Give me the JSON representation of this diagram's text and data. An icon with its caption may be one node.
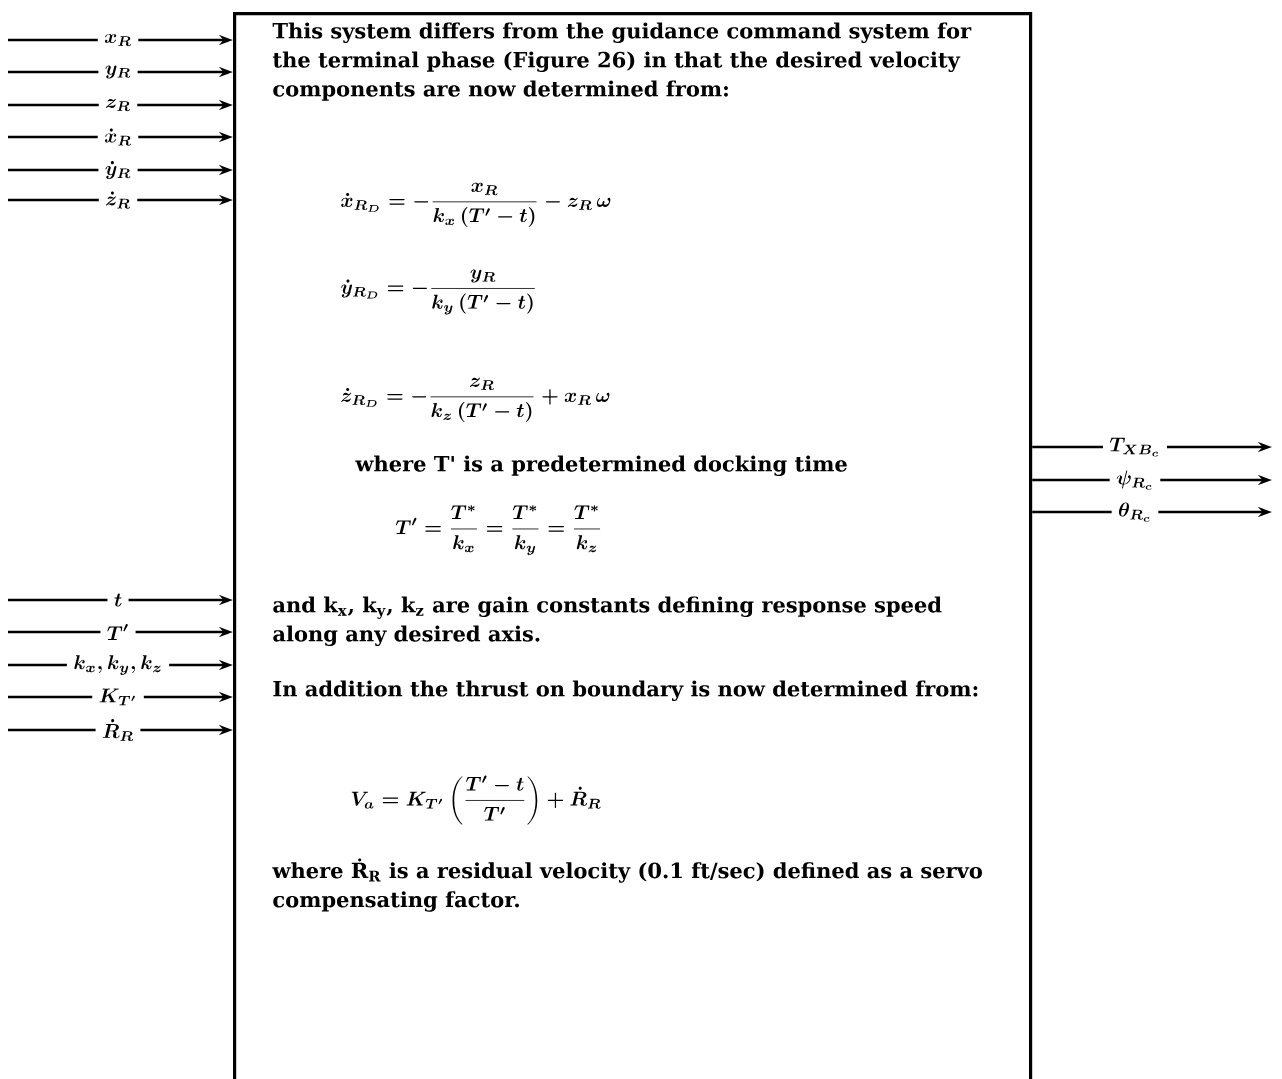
{
  "diagram": {
    "nodes": [
      {
        "text": [
          "This system differs from the guidance command system for the terminal phase (Figure 26) in that the desired velocity components are now determined from:",
          "\\dot{x}_{R_D} = -\\frac{x_R}{k_x\\,(T^{\\prime} - t)} - z_R\\,\\omega",
          "\\dot{y}_{R_D} = -\\frac{y_R}{k_y\\,(T^{\\prime} - t)}",
          "\\dot{z}_{R_D} = -\\frac{z_R}{k_z\\,(T^{\\prime} - t)} + x_R\\,\\omega",
          "where T' is a predetermined docking time",
          "T^{\\prime} = \\frac{T^*}{k_x} = \\frac{T^*}{k_y} = \\frac{T^*}{k_z}",
          "and k$_{x}$, k$_{y}$, k$_{z}$ are gain constants defining response speed along any desired axis.",
          "In addition the thrust on boundary is now determined from:",
          "V_a = K_{T^{\\prime}}\\left(\\frac{T^{\\prime} - t}{T^{\\prime}}\\right) + \\dot{R}_R",
          "where Ṙ$_{R}$ is a residual velocity (0.1 ft/sec) defined as a servo compensating factor."
        ]
      },
      {
        "text": [
          "x_R"
        ]
      },
      {
        "text": [
          "y_R"
        ]
      },
      {
        "text": [
          "z_R"
        ]
      },
      {
        "text": [
          "\\dot{x}_R"
        ]
      },
      {
        "text": [
          "\\dot{y}_R"
        ]
      },
      {
        "text": [
          "\\dot{z}_R"
        ]
      },
      {
        "text": [
          "t"
        ]
      },
      {
        "text": [
          "T^{\\prime}"
        ]
      },
      {
        "text": [
          "k_x, k_y, k_z"
        ]
      },
      {
        "text": [
          "K_{T^{\\prime}}"
        ]
      },
      {
        "text": [
          "\\dot{R}_R"
        ]
      },
      {
        "text": [
          "T_{XB_c}"
        ]
      },
      {
        "text": [
          "\\psi_{R_c}"
        ]
      },
      {
        "text": [
          "\\theta_{R_c}"
        ]
      }
    ],
    "edges": [
      {
        "from": null,
        "to": 1,
        "arrow": "none"
      },
      {
        "from": 1,
        "to": 0,
        "arrow": "to"
      },
      {
        "from": null,
        "to": 2,
        "arrow": "none"
      },
      {
        "from": 2,
        "to": 0,
        "arrow": "to"
      },
      {
        "from": null,
        "to": 3,
        "arrow": "none"
      },
      {
        "from": 3,
        "to": 0,
        "arrow": "to"
      },
      {
        "from": null,
        "to": 4,
        "arrow": "none"
      },
      {
        "from": 4,
        "to": 0,
        "arrow": "to"
      },
      {
        "from": null,
        "to": 5,
        "arrow": "none"
      },
      {
        "from": 5,
        "to": 0,
        "arrow": "to"
      },
      {
        "from": null,
        "to": 6,
        "arrow": "none"
      },
      {
        "from": 6,
        "to": 0,
        "arrow": "to"
      },
      {
        "from": null,
        "to": 7,
        "arrow": "none"
      },
      {
        "from": 7,
        "to": 0,
        "arrow": "to"
      },
      {
        "from": null,
        "to": 8,
        "arrow": "none"
      },
      {
        "from": 8,
        "to": 0,
        "arrow": "to"
      },
      {
        "from": null,
        "to": 9,
        "arrow": "none"
      },
      {
        "from": 9,
        "to": 0,
        "arrow": "to"
      },
      {
        "from": null,
        "to": 10,
        "arrow": "none"
      },
      {
        "from": 10,
        "to": 0,
        "arrow": "to"
      },
      {
        "from": null,
        "to": 11,
        "arrow": "none"
      },
      {
        "from": 11,
        "to": 0,
        "arrow": "to"
      },
      {
        "from": 0,
        "to": 12,
        "arrow": "none"
      },
      {
        "from": 12,
        "to": null,
        "arrow": "to"
      },
      {
        "from": 0,
        "to": 13,
        "arrow": "none"
      },
      {
        "from": 13,
        "to": null,
        "arrow": "to"
      },
      {
        "from": 0,
        "to": 14,
        "arrow": "none"
      },
      {
        "from": 14,
        "to": null,
        "arrow": "to"
      }
    ]
  }
}
